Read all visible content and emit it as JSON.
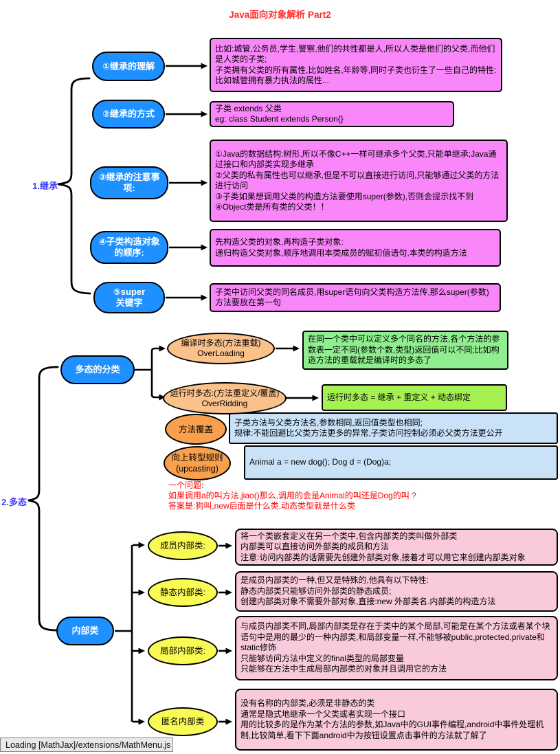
{
  "title": {
    "text": "Java面向对象解析 Part2"
  },
  "colors": {
    "title_red": "#FF2D2D",
    "branch_label_blue": "#4141FF",
    "blue_node": "#1E90FF",
    "magenta_box": "#FA87FA",
    "green_box": "#90EE90",
    "lime_box": "#A6F152",
    "light_orange_node": "#FBC18B",
    "dark_orange_node": "#F8A04D",
    "light_blue_box": "#C9E2F8",
    "yellow_node": "#FAFA55",
    "pink_box": "#F9C9DC",
    "question_red": "#FF0000"
  },
  "sections": {
    "inheritance": {
      "label": "1.继承",
      "items": [
        {
          "node": "①继承的理解",
          "box": "比如:城管,公务员,学生,警察,他们的共性都是人,所以人类是他们的父类,而他们是人类的子类;\n子类拥有父类的所有属性,比如姓名,年龄等,同时子类也衍生了一些自己的特性:比如城管拥有暴力执法的属性..."
        },
        {
          "node": "②继承的方式",
          "box": "子类 extends 父类\neg: class Student extends Person{}"
        },
        {
          "node": "③继承的注意事\n项:",
          "box": "①Java的数据结构:树形,所以不像C++一样可继承多个父类,只能单继承;Java通过接口和内部类实现多继承\n②父类的私有属性也可以继承,但是不可以直接进行访问,只能够通过父类的方法进行访问\n③子类如果想调用父类的构造方法要使用super(参数),否则会提示找不到\n④Object类是所有类的父类！！"
        },
        {
          "node": "④子类构造对象\n的顺序:",
          "box": "先构造父类的对象,再构造子类对象:\n递归构造父类对象,顺序地调用本类成员的赋初值语句,本类的构造方法"
        },
        {
          "node": "⑤super\n关键字",
          "box": "子类中访问父类的同名成员,用super语句向父类构造方法传,那么super(参数)方法要放在第一句"
        }
      ]
    },
    "polymorphism": {
      "label": "2.多态",
      "classification_node": "多态的分类",
      "overloading_node": "编译时多态(方法重载)\nOverLoading",
      "overloading_box": "在同一个类中可以定义多个同名的方法,各个方法的参数表一定不同(参数个数,类型)返回值可以不同;比如构造方法的重载就是编译时的多态了",
      "overriding_node": "运行时多态:(方法重定义/覆盖)\nOverRidding",
      "overriding_box": "运行时多态 = 继承 + 重定义 + 动态绑定",
      "override_node": "方法覆盖",
      "override_box": "子类方法与父类方法名,参数相同,返回值类型也相同;\n规律:不能回避比父类方法更多的异常,子类访问控制必须必父类方法更公开",
      "upcasting_node": "向上转型规则\n(upcasting)",
      "upcasting_box": "Animal a = new dog(); Dog d = (Dog)a;",
      "question": "一个问题:\n如果调用a的叫方法,jiao()那么,调用的会是Animal的叫还是Dog的叫 ?\n答案是:狗叫,new后面是什么类,动态类型就是什么类",
      "inner_node": "内部类",
      "inner_items": [
        {
          "node": "成员内部类:",
          "box": "将一个类嵌套定义在另一个类中,包含内部类的类叫做外部类\n内部类可以直接访问外部类的成员和方法\n注意:访问内部类的话需要先创建外部类对象,接着才可以用它来创建内部类对象"
        },
        {
          "node": "静态内部类:",
          "box": "是成员内部类的一种,但又是特殊的,他具有以下特性:\n静态内部类只能够访问外部类的静态成员;\n创建内部类对象不需要外部对象,直接:new 外部类名.内部类的构造方法"
        },
        {
          "node": "局部内部类:",
          "box": "与成员内部类不同,局部内部类是存在于类中的某个局部,可能是在某个方法或者某个块语句中是用的最少的一种内部类,和局部变量一样,不能够被public,protected,private和static修饰\n只能够访问方法中定义的final类型的局部变量\n只能够在方法中生成局部内部类的对象并且调用它的方法"
        },
        {
          "node": "匿名内部类",
          "box": "没有名称的内部类,必须是非静态的类\n通常是隐式地继承一个父类或者实现一个接口\n用的比较多的是作为某个方法的参数,如Java中的GUI事件编程,android中事件处理机制,比较简单,看下下面android中为按钮设置点击事件的方法就了解了"
        }
      ]
    }
  },
  "status_bar": {
    "text": "Loading [MathJax]/extensions/MathMenu.js"
  }
}
